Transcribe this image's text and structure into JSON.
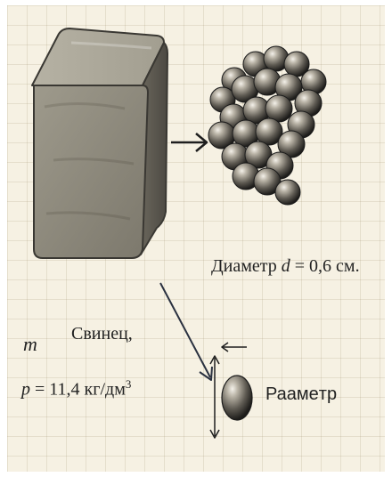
{
  "diameter": {
    "prefix": "Диаметр ",
    "symbol": "d",
    "value": " = 0,6 см."
  },
  "material": {
    "name": "Свинец,",
    "mass_symbol": "m",
    "density_symbol": "p",
    "density_value": " = 11,4 кг/дм",
    "density_power": "3"
  },
  "single_ball_label": "Раамeтр"
}
